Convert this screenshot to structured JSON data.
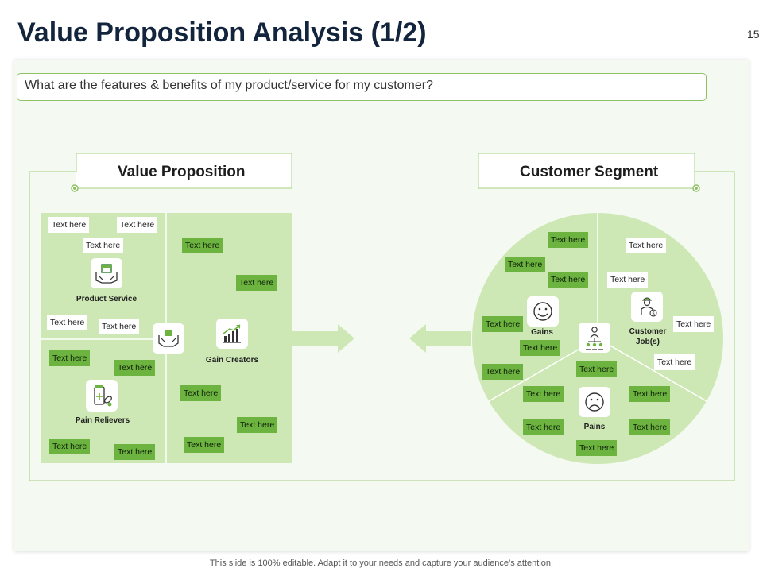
{
  "title": "Value Proposition Analysis (1/2)",
  "page_number": "15",
  "question": "What are the features & benefits of my product/service for my customer?",
  "footer": "This slide is 100% editable. Adapt it to your needs and capture your audience’s attention.",
  "colors": {
    "green": "#6cb33f",
    "light_green": "#cde8b5",
    "border_green": "#8ec163",
    "title": "#12253d"
  },
  "value_proposition": {
    "heading": "Value Proposition",
    "labels": {
      "product_service": "Product Service",
      "gain_creators": "Gain Creators",
      "pain_relievers": "Pain Relievers"
    },
    "icons": [
      "box-hands-icon",
      "chart-growth-icon",
      "medicine-icon",
      "hands-icon"
    ]
  },
  "customer_segment": {
    "heading": "Customer Segment",
    "labels": {
      "gains": "Gains",
      "customer_jobs": "Customer Job(s)",
      "pains": "Pains"
    },
    "icons": [
      "smile-icon",
      "sad-icon",
      "worker-icon",
      "customer-group-icon"
    ]
  },
  "placeholder": "Text here"
}
